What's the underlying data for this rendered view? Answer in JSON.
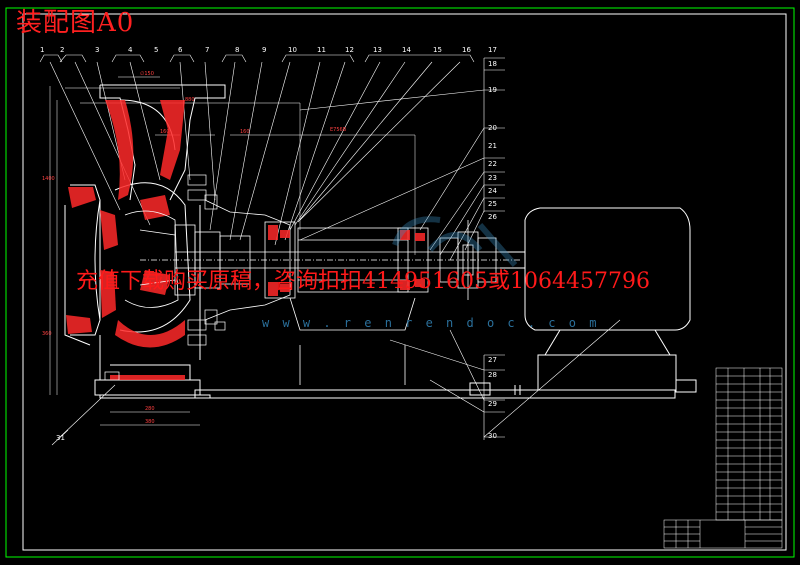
{
  "drawing": {
    "title": "装配图A0",
    "watermark": "充值下载购买原稿，咨询扣扣414951605或1064457796",
    "site": "w w w . r e n r e n d o c . c o m",
    "top_callouts": [
      "1",
      "2",
      "3",
      "4",
      "5",
      "6",
      "7",
      "8",
      "9",
      "10",
      "11",
      "12",
      "13",
      "14",
      "15",
      "16",
      "17"
    ],
    "right_callouts": [
      "18",
      "19",
      "20",
      "21",
      "22",
      "23",
      "24",
      "25",
      "26",
      "27",
      "28",
      "29",
      "30"
    ],
    "bottom_callouts": [
      "31"
    ],
    "colors": {
      "frame": "#00ff00",
      "lines": "#ffffff",
      "title": "#ff2020",
      "watermark": "#ff1a1a",
      "dims": "#ff4040"
    }
  }
}
